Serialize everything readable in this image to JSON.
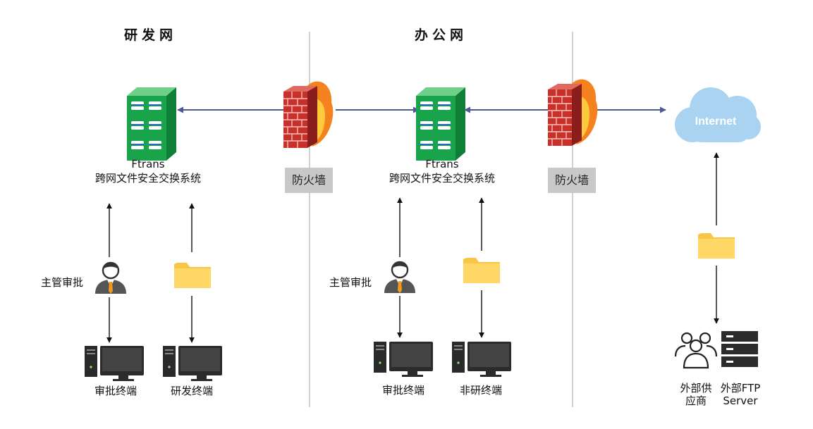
{
  "zones": {
    "rd": "研发网",
    "office": "办公网"
  },
  "ftrans_left": {
    "name": "Ftrans",
    "desc": "跨网文件安全交换系统"
  },
  "ftrans_mid": {
    "name": "Ftrans",
    "desc": "跨网文件安全交换系统"
  },
  "firewall_left_label": "防火墙",
  "firewall_right_label": "防火墙",
  "cloud_label": "Internet",
  "manager_left_label": "主管审批",
  "manager_mid_label": "主管审批",
  "terminals": {
    "approval_left": "审批终端",
    "rd_left": "研发终端",
    "approval_mid": "审批终端",
    "non_rd_mid": "非研终端"
  },
  "external": {
    "supplier_line1": "外部供",
    "supplier_line2": "应商",
    "ftp_line1": "外部FTP",
    "ftp_line2": "Server"
  },
  "colors": {
    "server_green": "#1aa24a",
    "connector_blue": "#4b5a92",
    "cloud_blue": "#a9d3f0",
    "folder_yellow": "#ffd25a",
    "tie_orange": "#f39a1e"
  }
}
